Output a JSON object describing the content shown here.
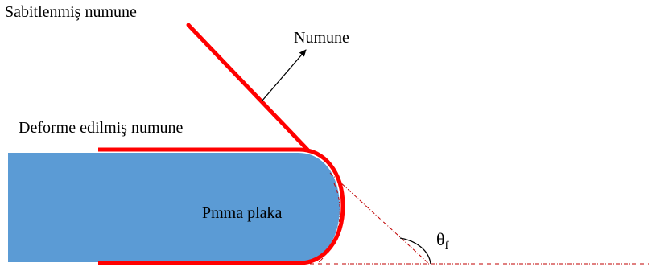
{
  "labels": {
    "fixed_specimen": "Sabitlenmiş numune",
    "specimen": "Numune",
    "deformed_specimen": "Deforme edilmiş numune",
    "plate": "Pmma plaka",
    "angle_symbol": "θ",
    "angle_subscript": "f"
  },
  "colors": {
    "plate_fill": "#5b9bd5",
    "specimen_stroke": "#ff0000",
    "construction_line": "#c00000",
    "text": "#000000"
  }
}
